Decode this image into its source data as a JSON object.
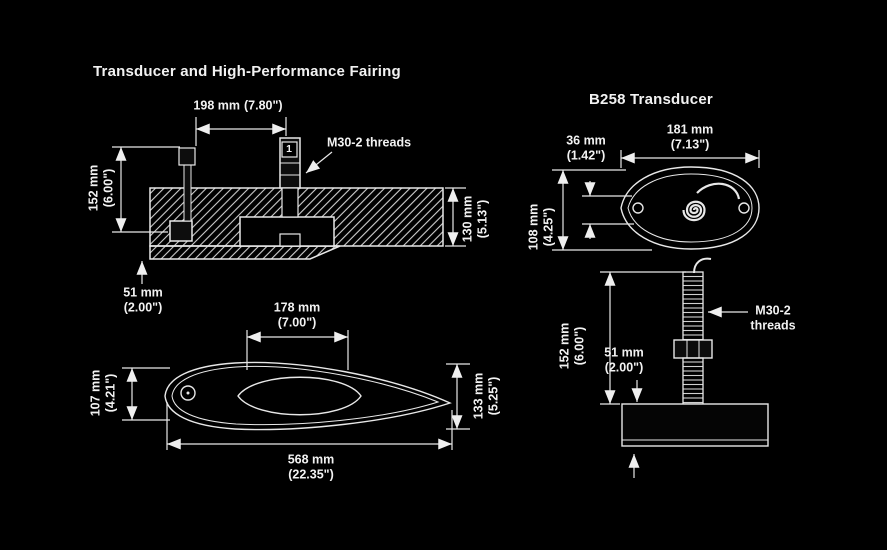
{
  "colors": {
    "background": "#000000",
    "line": "#e8e8e8",
    "text": "#f2f2f2"
  },
  "titles": {
    "fairing": "Transducer and High-Performance Fairing",
    "transducer": "B258 Transducer"
  },
  "fairing_side_view": {
    "stem_spacing": {
      "mm": "198 mm",
      "inches": "(7.80\")"
    },
    "threads": "M30-2 threads",
    "callout": "1",
    "height": {
      "mm": "152 mm",
      "inches": "(6.00\")"
    },
    "hull_thickness": {
      "mm": "130 mm",
      "inches": "(5.13\")"
    },
    "protrusion": {
      "mm": "51 mm",
      "inches": "(2.00\")"
    }
  },
  "fairing_top_view": {
    "cavity_length": {
      "mm": "178 mm",
      "inches": "(7.00\")"
    },
    "nose_width": {
      "mm": "107 mm",
      "inches": "(4.21\")"
    },
    "max_width": {
      "mm": "133 mm",
      "inches": "(5.25\")"
    },
    "overall_length": {
      "mm": "568 mm",
      "inches": "(22.35\")"
    }
  },
  "transducer_top_view": {
    "length": {
      "mm": "181 mm",
      "inches": "(7.13\")"
    },
    "hole_offset": {
      "mm": "36 mm",
      "inches": "(1.42\")"
    },
    "width": {
      "mm": "108 mm",
      "inches": "(4.25\")"
    }
  },
  "transducer_side_view": {
    "threads_line1": "M30-2",
    "threads_line2": "threads",
    "stem_height": {
      "mm": "152 mm",
      "inches": "(6.00\")"
    },
    "stem_clearance": {
      "mm": "51 mm",
      "inches": "(2.00\")"
    }
  }
}
